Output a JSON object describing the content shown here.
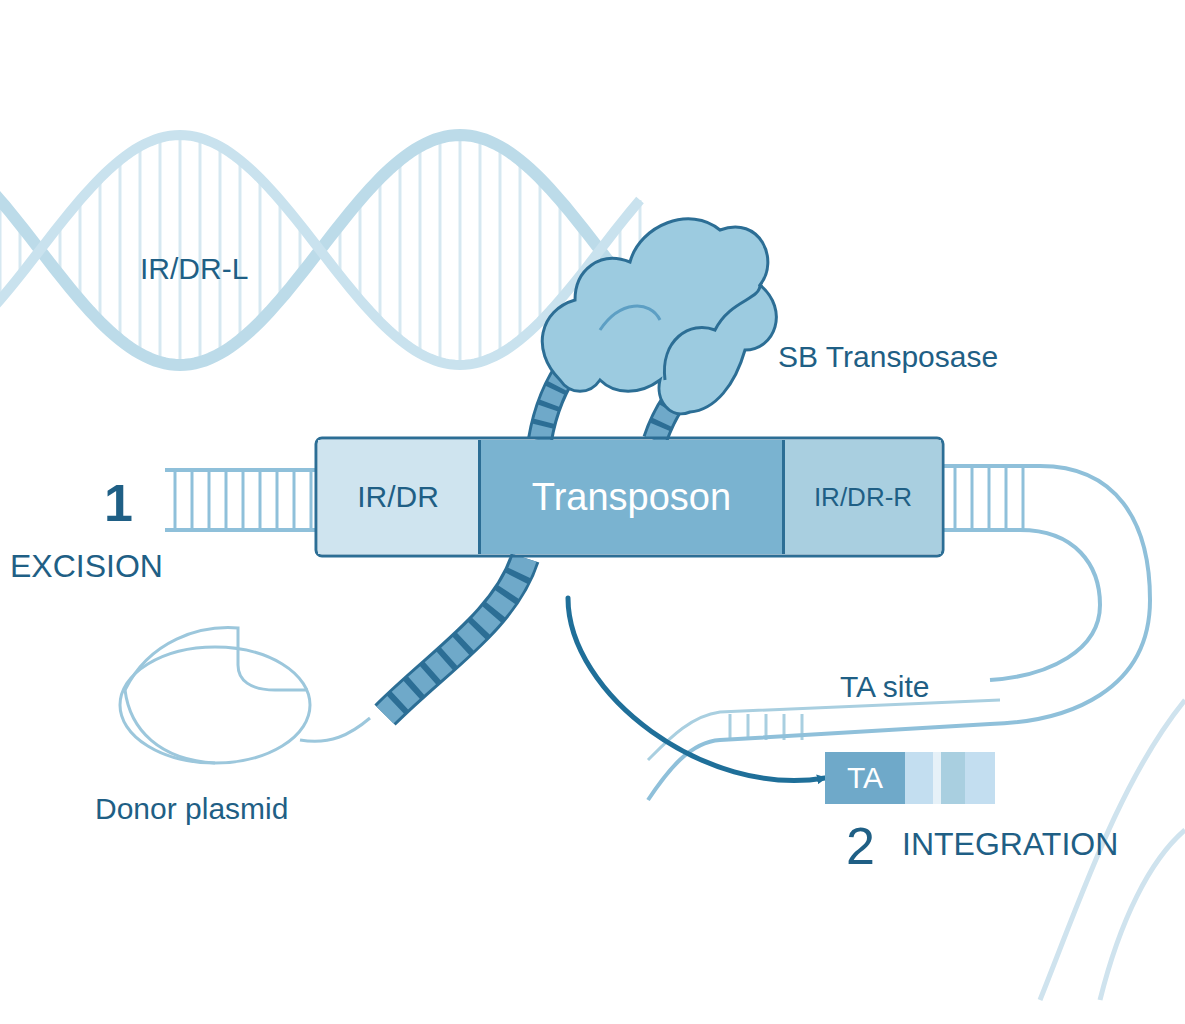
{
  "diagram": {
    "nodes": [
      {
        "text": [
          "IR/DR"
        ]
      },
      {
        "text": [
          "Transposon"
        ]
      },
      {
        "text": [
          "IR/DR-R"
        ]
      },
      {
        "text": [
          "TA"
        ]
      }
    ],
    "edges": [
      {
        "from": 1,
        "to": 3,
        "arrow": "to"
      }
    ],
    "labels": [
      "IR/DR-L",
      "SB Transposase",
      "1",
      "EXCISION",
      "TA site",
      "Donor plasmid",
      "2",
      "INTEGRATION"
    ]
  }
}
